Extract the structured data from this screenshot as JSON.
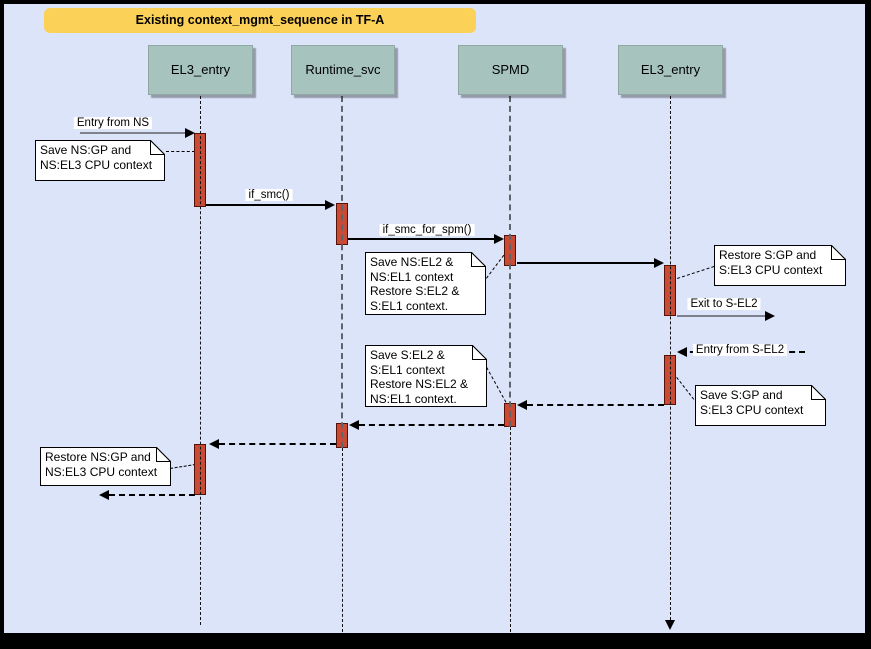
{
  "diagram": {
    "title": "Existing context_mgmt_sequence in TF-A",
    "type": "uml-sequence-diagram"
  },
  "lifelines": [
    {
      "label": "EL3_entry"
    },
    {
      "label": "Runtime_svc"
    },
    {
      "label": "SPMD"
    },
    {
      "label": "EL3_entry"
    }
  ],
  "messages": {
    "entry_from_ns": "Entry from NS",
    "if_smc": "if_smc()",
    "if_smc_for_spm": "if_smc_for_spm()",
    "exit_to_s_el2": "Exit to S-EL2",
    "entry_from_s_el2": "Entry from S-EL2"
  },
  "notes": {
    "save_ns_gp": "Save NS:GP and\nNS:EL3 CPU context",
    "save_ns_el2": "Save NS:EL2 &\nNS:EL1 context\nRestore S:EL2 &\nS:EL1 context.",
    "restore_s_gp": "Restore S:GP and\nS:EL3 CPU context",
    "save_s_el2": "Save S:EL2 &\nS:EL1 context\nRestore NS:EL2 &\nNS:EL1 context.",
    "save_s_gp": "Save S:GP and\nS:EL3 CPU context",
    "restore_ns_gp": "Restore NS:GP and\nNS:EL3 CPU context"
  },
  "colors": {
    "background": "#dce4fa",
    "frame_border": "#000000",
    "title_bg": "#fcd157",
    "lifeline_header_bg": "#a6c3bd",
    "activation_fill": "#c84b35",
    "activation_border": "#571208",
    "note_bg": "#ffffff",
    "gray_arrow": "#7d828c"
  }
}
